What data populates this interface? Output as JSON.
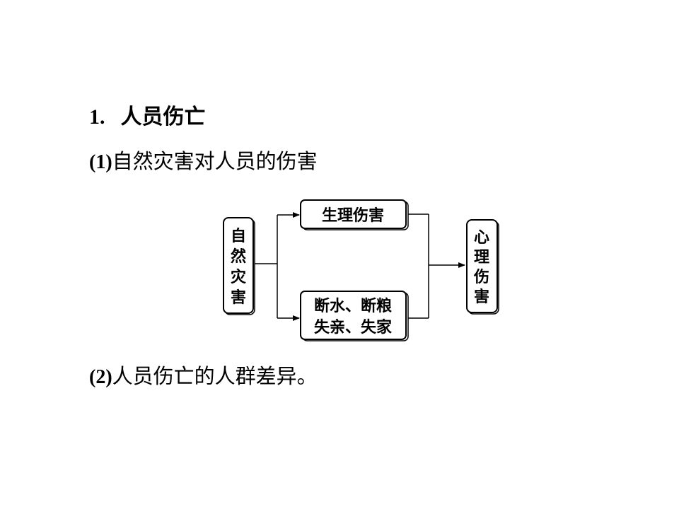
{
  "section": {
    "number": "1.",
    "title": "人员伤亡"
  },
  "subsections": [
    {
      "number": "(1)",
      "text": "自然灾害对人员的伤害"
    },
    {
      "number": "(2)",
      "text": "人员伤亡的人群差异。"
    }
  ],
  "diagram": {
    "source": {
      "label": "自然灾害"
    },
    "effects": [
      {
        "lines": [
          "生理伤害"
        ]
      },
      {
        "lines": [
          "断水、断粮",
          "失亲、失家"
        ]
      }
    ],
    "result": {
      "label": "心理伤害"
    }
  }
}
